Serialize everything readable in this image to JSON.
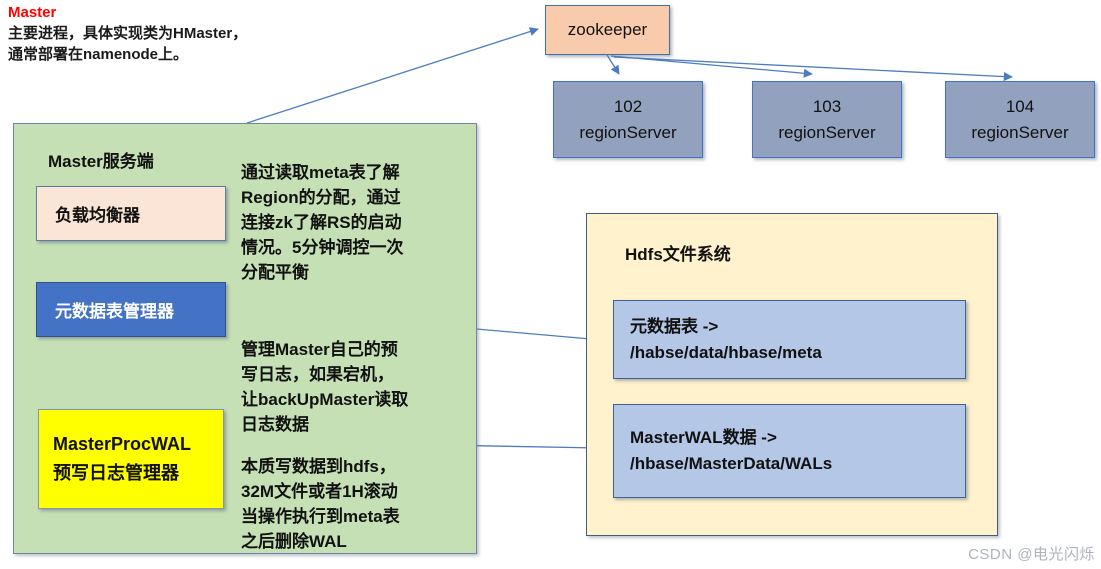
{
  "note": {
    "title": "Master",
    "body": "主要进程，具体实现类为HMaster，\n通常部署在namenode上。"
  },
  "zookeeper": {
    "label": "zookeeper"
  },
  "region_servers": [
    {
      "id": "102",
      "label": "regionServer"
    },
    {
      "id": "103",
      "label": "regionServer"
    },
    {
      "id": "104",
      "label": "regionServer"
    }
  ],
  "master_panel": {
    "title": "Master服务端",
    "load_balancer": {
      "label": "负载均衡器"
    },
    "meta_table_manager": {
      "label": "元数据表管理器"
    },
    "wal_manager": {
      "line1": "MasterProcWAL",
      "line2": "预写日志管理器"
    },
    "annotations": [
      {
        "text": "通过读取meta表了解\nRegion的分配，通过\n连接zk了解RS的启动\n情况。5分钟调控一次\n分配平衡"
      },
      {
        "text": "管理Master自己的预\n写日志，如果宕机，\n让backUpMaster读取\n日志数据"
      },
      {
        "text": "本质写数据到hdfs，\n32M文件或者1H滚动\n当操作执行到meta表\n之后删除WAL"
      }
    ]
  },
  "hdfs_panel": {
    "title": "Hdfs文件系统",
    "items": [
      {
        "text": "元数据表 ->\n/habse/data/hbase/meta"
      },
      {
        "text": "MasterWAL数据 ->\n /hbase/MasterData/WALs"
      }
    ]
  },
  "watermark": "CSDN @电光闪烁",
  "colors": {
    "note_title": "#ff0000",
    "zookeeper_fill": "#f8cbad",
    "region_server_fill": "#92a1bd",
    "master_panel_fill": "#c5e0b4",
    "load_balancer_fill": "#fbe5d6",
    "meta_table_manager_fill": "#4472c4",
    "wal_manager_fill": "#ffff00",
    "hdfs_panel_fill": "#fff2cc",
    "hdfs_item_fill": "#b4c7e7",
    "arrow": "#4d7cc0",
    "watermark": "#adb2ba"
  }
}
